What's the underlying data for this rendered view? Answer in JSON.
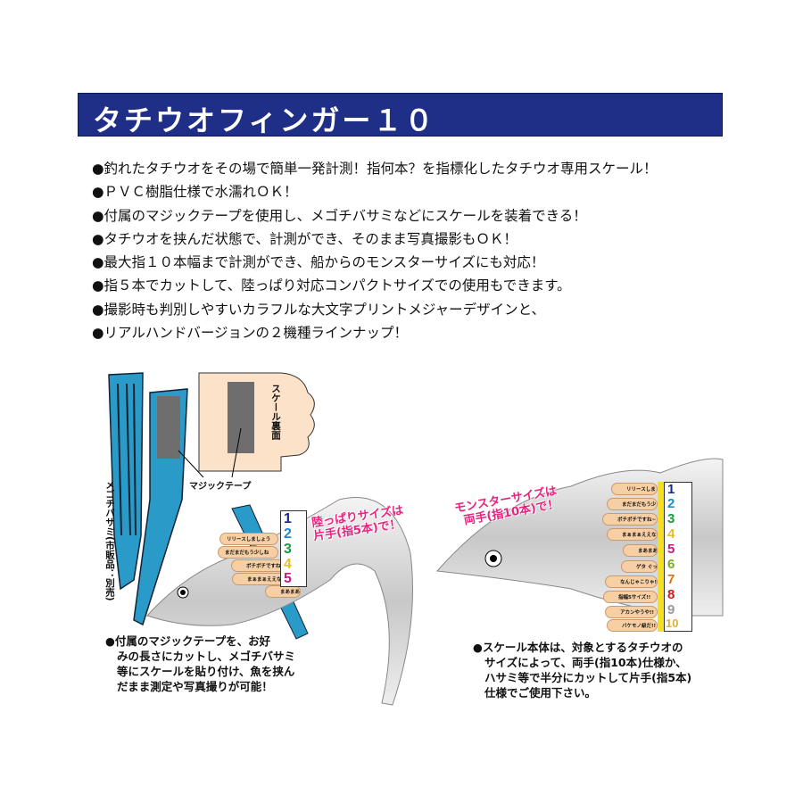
{
  "title": "タチウオフィンガー１０",
  "features": [
    "●釣れたタチウオをその場で簡単一発計測！指何本？を指標化したタチウオ専用スケール！",
    "●ＰＶＣ樹脂仕様で水濡れＯＫ！",
    "●付属のマジックテープを使用し、メゴチバサミなどにスケールを装着できる！",
    "●タチウオを挟んだ状態で、計測ができ、そのまま写真撮影もＯＫ！",
    "●最大指１０本幅まで計測ができ、船からのモンスターサイズにも対応！",
    "●指５本でカットして、陸っぱり対応コンパクトサイズでの使用もできます。",
    "●撮影時も判別しやすいカラフルな大文字プリントメジャーデザインと、",
    "●リアルハンドバージョンの２機種ラインナップ！"
  ],
  "left_illustration": {
    "scale_back_label": "スケール裏面",
    "velcro_label": "マジックテープ",
    "pliers_label": "メゴチバサミ(市販品：別売)",
    "callout": [
      "陸っぱりサイズは",
      "片手(指5本)で！"
    ],
    "caption": [
      "●付属のマジックテープを、お好",
      "みの長さにカットし、メゴチバサミ",
      "等にスケールを貼り付け、魚を挟ん",
      "だまま測定や写真撮りが可能！"
    ]
  },
  "right_illustration": {
    "callout": [
      "モンスターサイズは",
      "両手(指10本)で！"
    ],
    "caption": [
      "●スケール本体は、対象とするタチウオの",
      "サイズによって、両手(指10本)仕様か、",
      "ハサミ等で半分にカットして片手(指5本)",
      "仕様でご使用下さい。"
    ]
  },
  "scale_numbers": [
    "1",
    "2",
    "3",
    "4",
    "5",
    "6",
    "7",
    "8",
    "9",
    "10"
  ],
  "number_colors": [
    "#1a2a8a",
    "#1a8ad0",
    "#1a9a3a",
    "#e8c020",
    "#c01a8a",
    "#7ab020",
    "#e07010",
    "#d01a1a",
    "#9a9a9a",
    "#e0b040"
  ],
  "finger_labels": [
    "リリースしましょう",
    "まだまだもう少しね",
    "ボチボチですね~",
    "まぁまぁええな!",
    "まあまあいい",
    "ゲタ ぐっどね",
    "なんじゃこりゃ!?",
    "指幅5サイズ!!",
    "アカンやうや!!",
    "バケモノ級だ!!"
  ],
  "colors": {
    "banner": "#1f2f88",
    "pliers": "#2a9bc9",
    "callout": "#e8237f",
    "hand": "#f6cfa4"
  }
}
